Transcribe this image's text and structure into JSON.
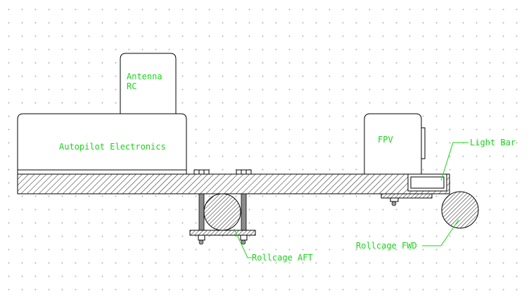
{
  "labels": {
    "antenna": "Antenna",
    "rc": "RC",
    "autopilot": "Autopilot Electronics",
    "fpv": "FPV",
    "light_bar": "Light Bar",
    "rollcage_aft": "Rollcage AFT",
    "rollcage_fwd": "Rollcage FWD"
  },
  "colors": {
    "label_text": "#19d419",
    "outline": "#000000",
    "grid_dots": "#b8b8b8",
    "background": "#ffffff"
  }
}
